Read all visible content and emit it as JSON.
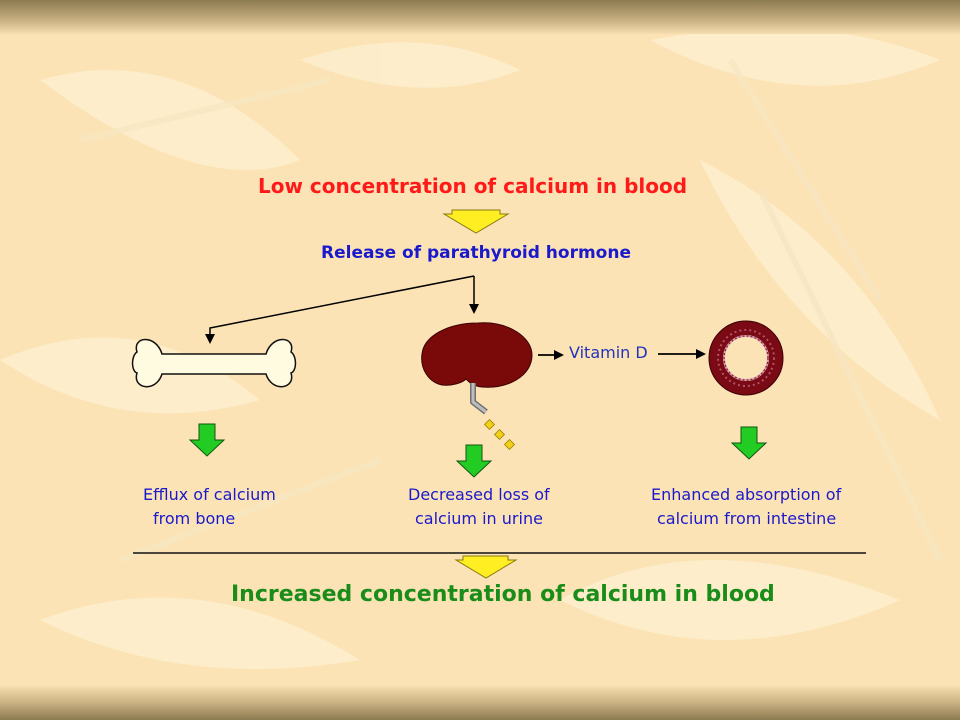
{
  "top_label": "Low concentration of calcium in blood",
  "hormone_label": "Release of parathyroid hormone",
  "vitamin_label": "Vitamin D",
  "outcomes": [
    {
      "line1": "Efflux of calcium",
      "line2": "from bone"
    },
    {
      "line1": "Decreased loss of",
      "line2": "calcium in urine"
    },
    {
      "line1": "Enhanced absorption of",
      "line2": "calcium from intestine"
    }
  ],
  "bottom_label": "Increased concentration of calcium in blood",
  "colors": {
    "top_text": "#ff1a1a",
    "hormone_text": "#1a1acc",
    "bottom_text": "#1a8c1a",
    "yellow_arrow": "#ffee22",
    "green_arrow": "#22cc22",
    "kidney": "#7a0a0a",
    "bone": "#fffbe0"
  },
  "icons": [
    "bone-icon",
    "kidney-icon",
    "intestine-icon"
  ]
}
